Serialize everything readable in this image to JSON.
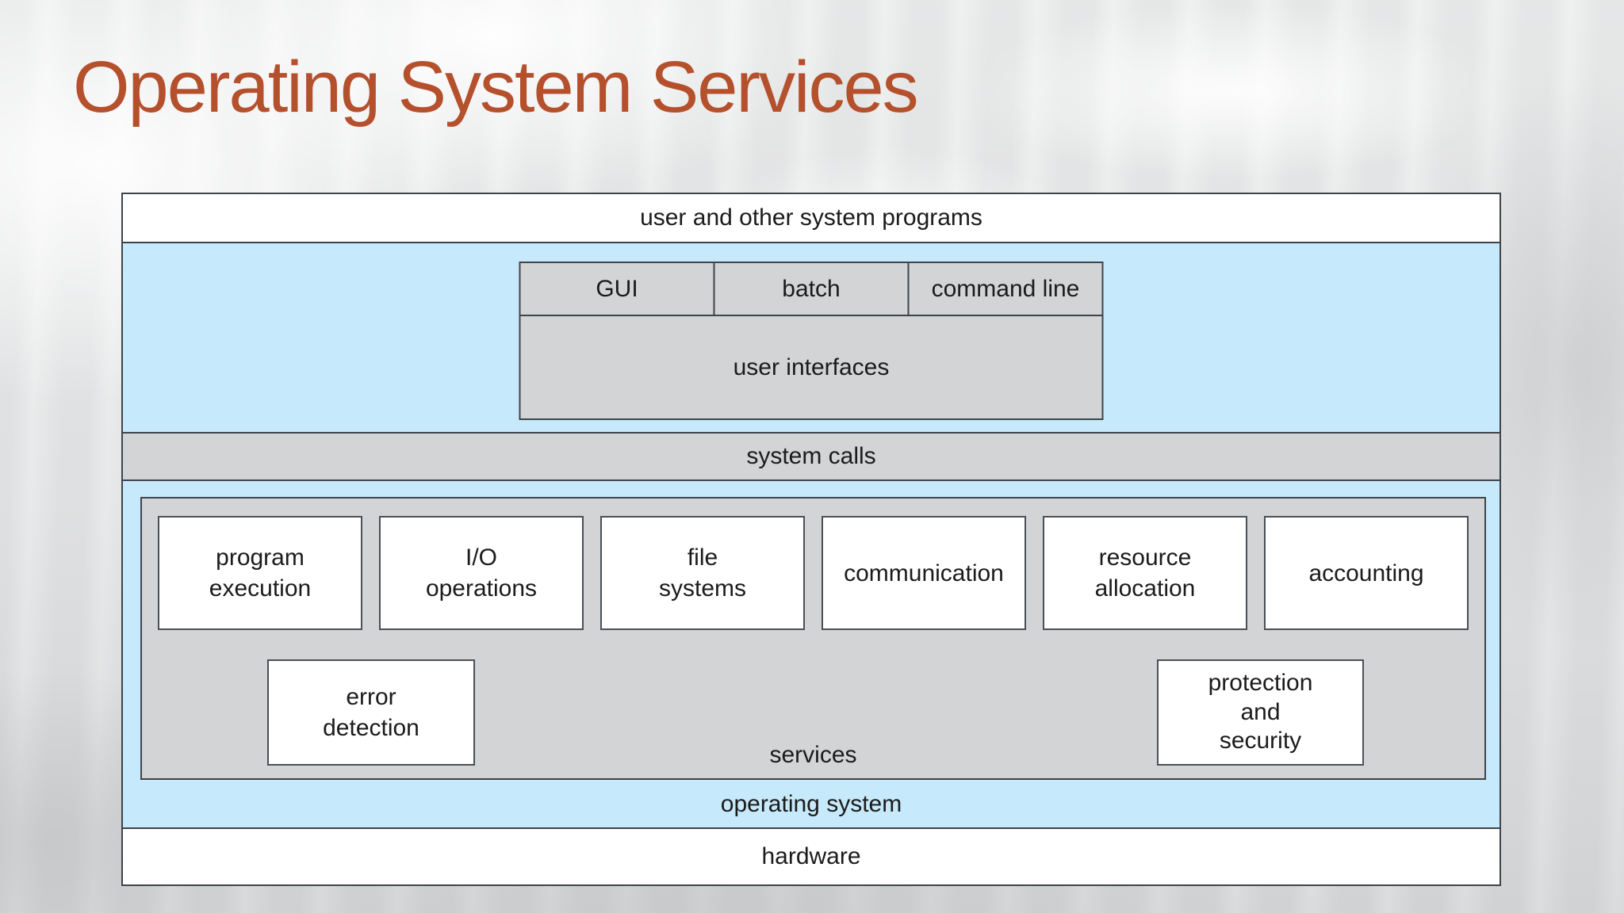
{
  "slide": {
    "title": "Operating System Services"
  },
  "diagram": {
    "user_programs_label": "user and other system programs",
    "interface_cells": [
      "GUI",
      "batch",
      "command line"
    ],
    "user_interfaces_label": "user interfaces",
    "system_calls_label": "system calls",
    "service_boxes": [
      "program\nexecution",
      "I/O\noperations",
      "file\nsystems",
      "communication",
      "resource\nallocation",
      "accounting"
    ],
    "service_boxes_row2": [
      "error\ndetection",
      "protection\nand\nsecurity"
    ],
    "services_label": "services",
    "operating_system_label": "operating system",
    "hardware_label": "hardware"
  },
  "colors": {
    "title": "#b5502d",
    "band_blue": "#c6e9fb",
    "band_gray": "#d2d4d6",
    "box_white": "#ffffff",
    "border": "#3f444a",
    "text": "#1b1b1b"
  }
}
